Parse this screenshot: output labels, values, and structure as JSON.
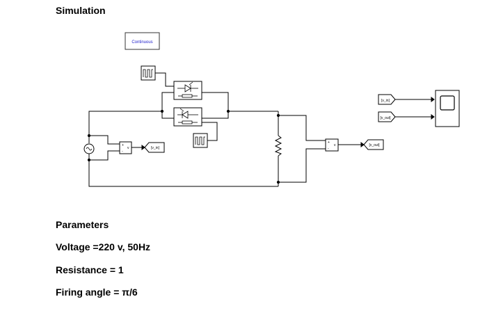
{
  "title": "Simulation",
  "solver_label": "Continuous",
  "tags": {
    "v_in": "[v_in]",
    "v_out": "[v_out]"
  },
  "sum_signs": {
    "plus": "+",
    "minus": "-",
    "out": "v"
  },
  "parameters": {
    "heading": "Parameters",
    "voltage": "Voltage =220 v, 50Hz",
    "resistance": "Resistance = 1",
    "firing_angle": "Firing angle = π/6"
  },
  "icons": {
    "pulse": "pulse-generator-icon",
    "thyristor": "thyristor-icon",
    "ac_source": "ac-voltage-source-icon",
    "resistor": "resistor-icon",
    "scope": "scope-icon"
  }
}
